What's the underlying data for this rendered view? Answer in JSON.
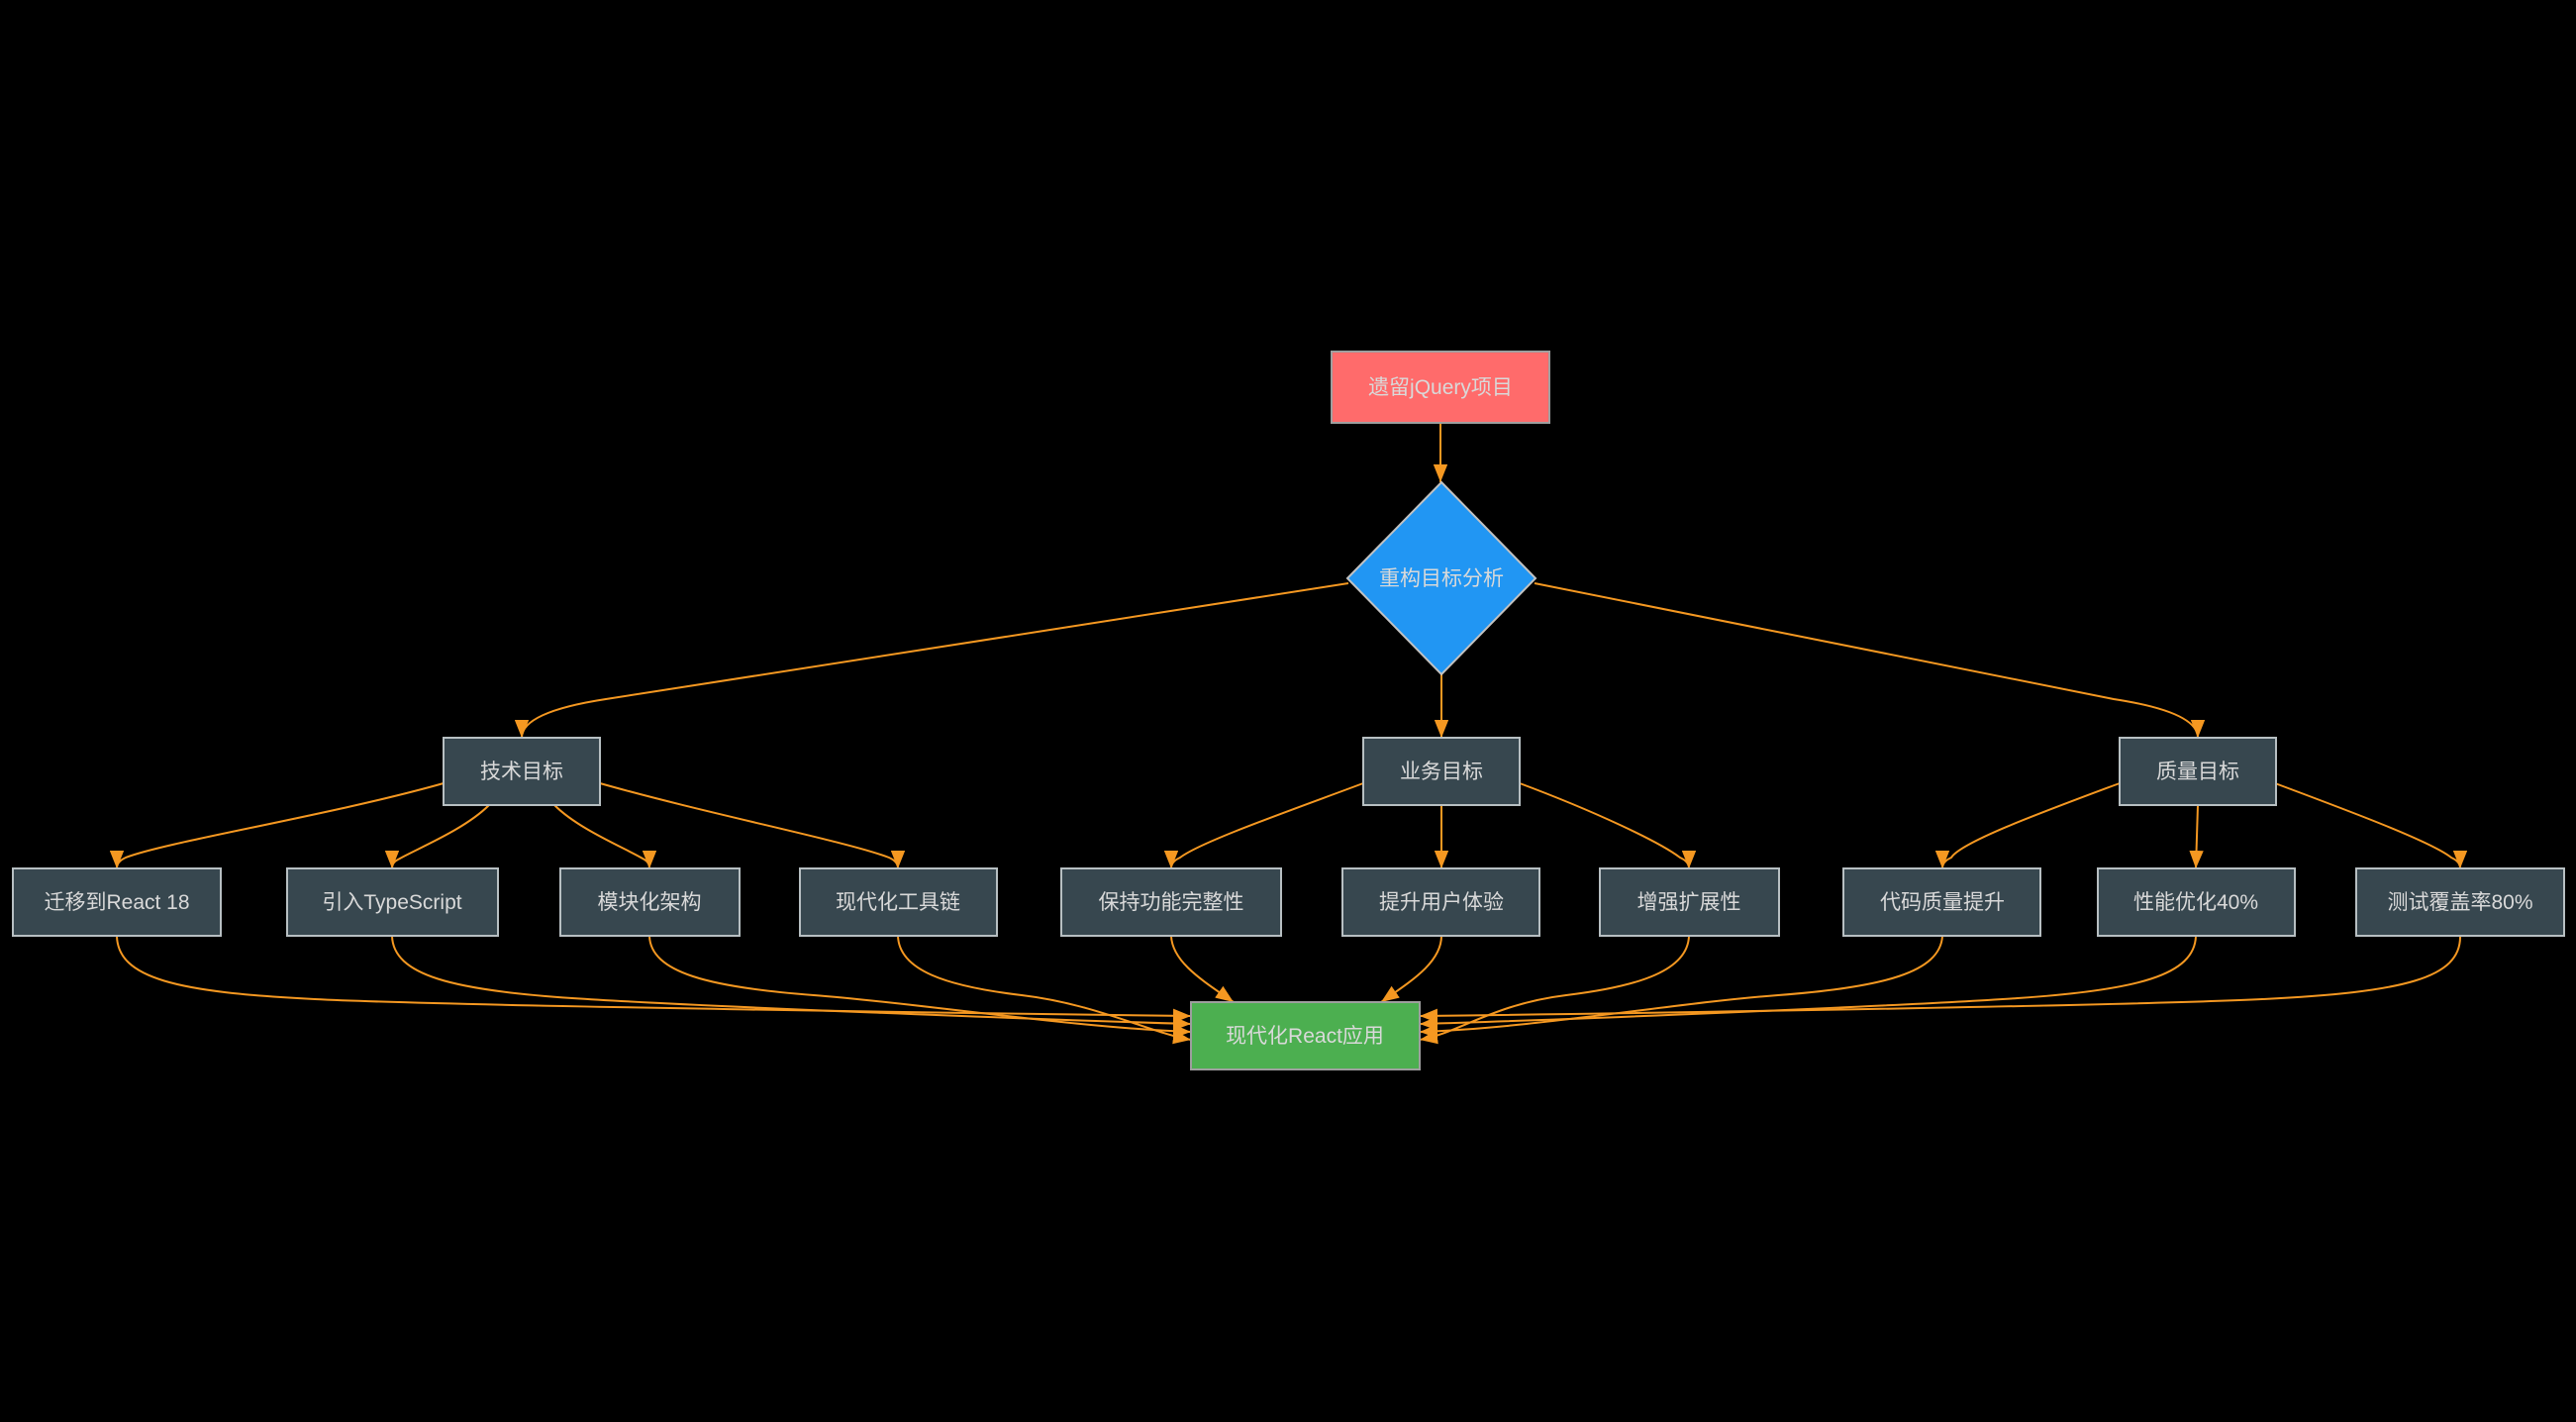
{
  "diagram": {
    "background": "#000000",
    "edge_color": "#f59821",
    "text_color": "#d9d9d9",
    "nodes": {
      "legacy": {
        "label": "遗留jQuery项目",
        "shape": "rect",
        "fill": "#ff6b6b",
        "stroke": "#9e9e9e"
      },
      "analysis": {
        "label": "重构目标分析",
        "shape": "diamond",
        "fill": "#2196f3",
        "stroke": "#c2c2c2"
      },
      "tech_goal": {
        "label": "技术目标",
        "shape": "rect",
        "fill": "#37474f",
        "stroke": "#b7bfc2"
      },
      "biz_goal": {
        "label": "业务目标",
        "shape": "rect",
        "fill": "#37474f",
        "stroke": "#b7bfc2"
      },
      "quality_goal": {
        "label": "质量目标",
        "shape": "rect",
        "fill": "#37474f",
        "stroke": "#b7bfc2"
      },
      "react18": {
        "label": "迁移到React 18",
        "shape": "rect",
        "fill": "#37474f",
        "stroke": "#b7bfc2"
      },
      "typescript": {
        "label": "引入TypeScript",
        "shape": "rect",
        "fill": "#37474f",
        "stroke": "#b7bfc2"
      },
      "modular": {
        "label": "模块化架构",
        "shape": "rect",
        "fill": "#37474f",
        "stroke": "#b7bfc2"
      },
      "toolchain": {
        "label": "现代化工具链",
        "shape": "rect",
        "fill": "#37474f",
        "stroke": "#b7bfc2"
      },
      "integrity": {
        "label": "保持功能完整性",
        "shape": "rect",
        "fill": "#37474f",
        "stroke": "#b7bfc2"
      },
      "ux": {
        "label": "提升用户体验",
        "shape": "rect",
        "fill": "#37474f",
        "stroke": "#b7bfc2"
      },
      "extensibility": {
        "label": "增强扩展性",
        "shape": "rect",
        "fill": "#37474f",
        "stroke": "#b7bfc2"
      },
      "codequality": {
        "label": "代码质量提升",
        "shape": "rect",
        "fill": "#37474f",
        "stroke": "#b7bfc2"
      },
      "performance": {
        "label": "性能优化40%",
        "shape": "rect",
        "fill": "#37474f",
        "stroke": "#b7bfc2"
      },
      "coverage": {
        "label": "测试覆盖率80%",
        "shape": "rect",
        "fill": "#37474f",
        "stroke": "#b7bfc2"
      },
      "result": {
        "label": "现代化React应用",
        "shape": "rect",
        "fill": "#4caf50",
        "stroke": "#9e9e9e"
      }
    },
    "edges": [
      {
        "from": "legacy",
        "to": "analysis"
      },
      {
        "from": "analysis",
        "to": "tech_goal"
      },
      {
        "from": "analysis",
        "to": "biz_goal"
      },
      {
        "from": "analysis",
        "to": "quality_goal"
      },
      {
        "from": "tech_goal",
        "to": "react18"
      },
      {
        "from": "tech_goal",
        "to": "typescript"
      },
      {
        "from": "tech_goal",
        "to": "modular"
      },
      {
        "from": "tech_goal",
        "to": "toolchain"
      },
      {
        "from": "biz_goal",
        "to": "integrity"
      },
      {
        "from": "biz_goal",
        "to": "ux"
      },
      {
        "from": "biz_goal",
        "to": "extensibility"
      },
      {
        "from": "quality_goal",
        "to": "codequality"
      },
      {
        "from": "quality_goal",
        "to": "performance"
      },
      {
        "from": "quality_goal",
        "to": "coverage"
      },
      {
        "from": "react18",
        "to": "result"
      },
      {
        "from": "typescript",
        "to": "result"
      },
      {
        "from": "modular",
        "to": "result"
      },
      {
        "from": "toolchain",
        "to": "result"
      },
      {
        "from": "integrity",
        "to": "result"
      },
      {
        "from": "ux",
        "to": "result"
      },
      {
        "from": "extensibility",
        "to": "result"
      },
      {
        "from": "codequality",
        "to": "result"
      },
      {
        "from": "performance",
        "to": "result"
      },
      {
        "from": "coverage",
        "to": "result"
      }
    ]
  }
}
